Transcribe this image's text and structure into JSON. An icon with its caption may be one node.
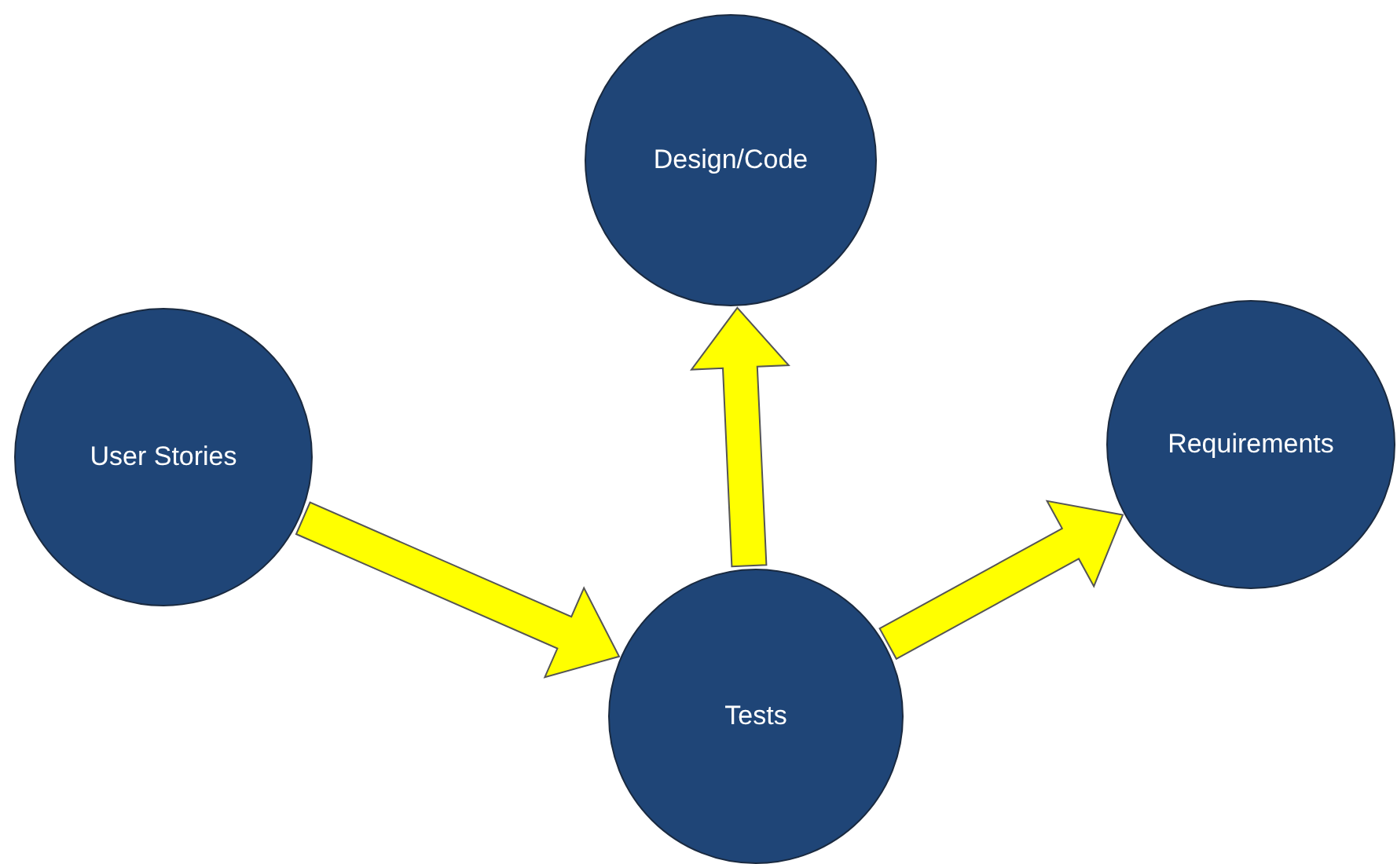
{
  "diagram": {
    "nodes": [
      {
        "text": [
          "Design/Code"
        ]
      },
      {
        "text": [
          "User Stories"
        ]
      },
      {
        "text": [
          "Requirements"
        ]
      },
      {
        "text": [
          "Tests"
        ]
      }
    ],
    "edges": [
      {
        "from": 1,
        "to": 3,
        "arrow": "to"
      },
      {
        "from": 3,
        "to": 0,
        "arrow": "to"
      },
      {
        "from": 3,
        "to": 2,
        "arrow": "to"
      }
    ]
  }
}
